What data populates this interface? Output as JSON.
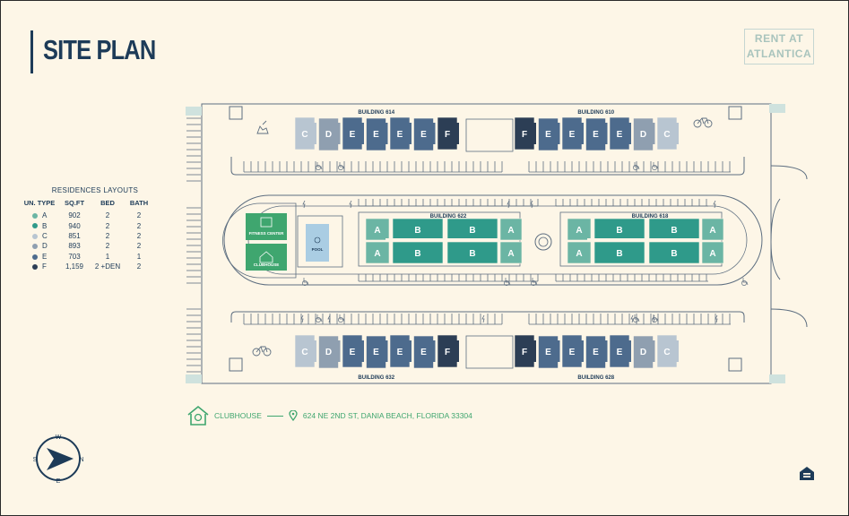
{
  "header": {
    "title": "SITE PLAN",
    "logo_line1": "RENT AT",
    "logo_line2": "ATLANTICA"
  },
  "legend": {
    "title": "RESIDENCES LAYOUTS",
    "headers": [
      "UN. TYPE",
      "SQ.FT",
      "BED",
      "BATH"
    ],
    "rows": [
      {
        "type": "A",
        "sqft": "902",
        "bed": "2",
        "bath": "2",
        "color": "#6bb5a4"
      },
      {
        "type": "B",
        "sqft": "940",
        "bed": "2",
        "bath": "2",
        "color": "#2f9a8a"
      },
      {
        "type": "C",
        "sqft": "851",
        "bed": "2",
        "bath": "2",
        "color": "#b8c5d1"
      },
      {
        "type": "D",
        "sqft": "893",
        "bed": "2",
        "bath": "2",
        "color": "#8f9fb0"
      },
      {
        "type": "E",
        "sqft": "703",
        "bed": "1",
        "bath": "1",
        "color": "#4d6b8d"
      },
      {
        "type": "F",
        "sqft": "1,159",
        "bed": "2 +DEN",
        "bath": "2",
        "color": "#2c3e55"
      }
    ]
  },
  "buildings": {
    "b614": {
      "label": "BUILDING 614",
      "units": [
        "C",
        "D",
        "E",
        "E",
        "E",
        "E",
        "F"
      ]
    },
    "b610": {
      "label": "BUILDING 610",
      "units": [
        "F",
        "E",
        "E",
        "E",
        "E",
        "D",
        "C"
      ]
    },
    "b622": {
      "label": "BUILDING 622",
      "top": [
        "A",
        "B",
        "B",
        "A"
      ],
      "bottom": [
        "A",
        "B",
        "B",
        "A"
      ]
    },
    "b618": {
      "label": "BUILDING 618",
      "top": [
        "A",
        "B",
        "B",
        "A"
      ],
      "bottom": [
        "A",
        "B",
        "B",
        "A"
      ]
    },
    "b632": {
      "label": "BUILDING 632",
      "units": [
        "C",
        "D",
        "E",
        "E",
        "E",
        "E",
        "F"
      ]
    },
    "b628": {
      "label": "BUILDING 628",
      "units": [
        "F",
        "E",
        "E",
        "E",
        "E",
        "D",
        "C"
      ]
    }
  },
  "amenities": {
    "fitness": "FITNESS CENTER",
    "clubhouse": "CLUBHOUSE",
    "pool": "POOL"
  },
  "footer": {
    "clubhouse_label": "CLUBHOUSE",
    "address": "624 NE 2ND ST, DANIA BEACH, FLORIDA 33304"
  },
  "compass": {
    "n": "N",
    "s": "S",
    "e": "E",
    "w": "W"
  },
  "colors": {
    "A": "#6bb5a4",
    "B": "#2f9a8a",
    "C": "#b8c5d1",
    "D": "#8f9fb0",
    "E": "#4d6b8d",
    "F": "#2c3e55",
    "fitness": "#3fa66f",
    "pool": "#aacde3",
    "navy": "#1d3b58",
    "road": "#5d6e80"
  }
}
